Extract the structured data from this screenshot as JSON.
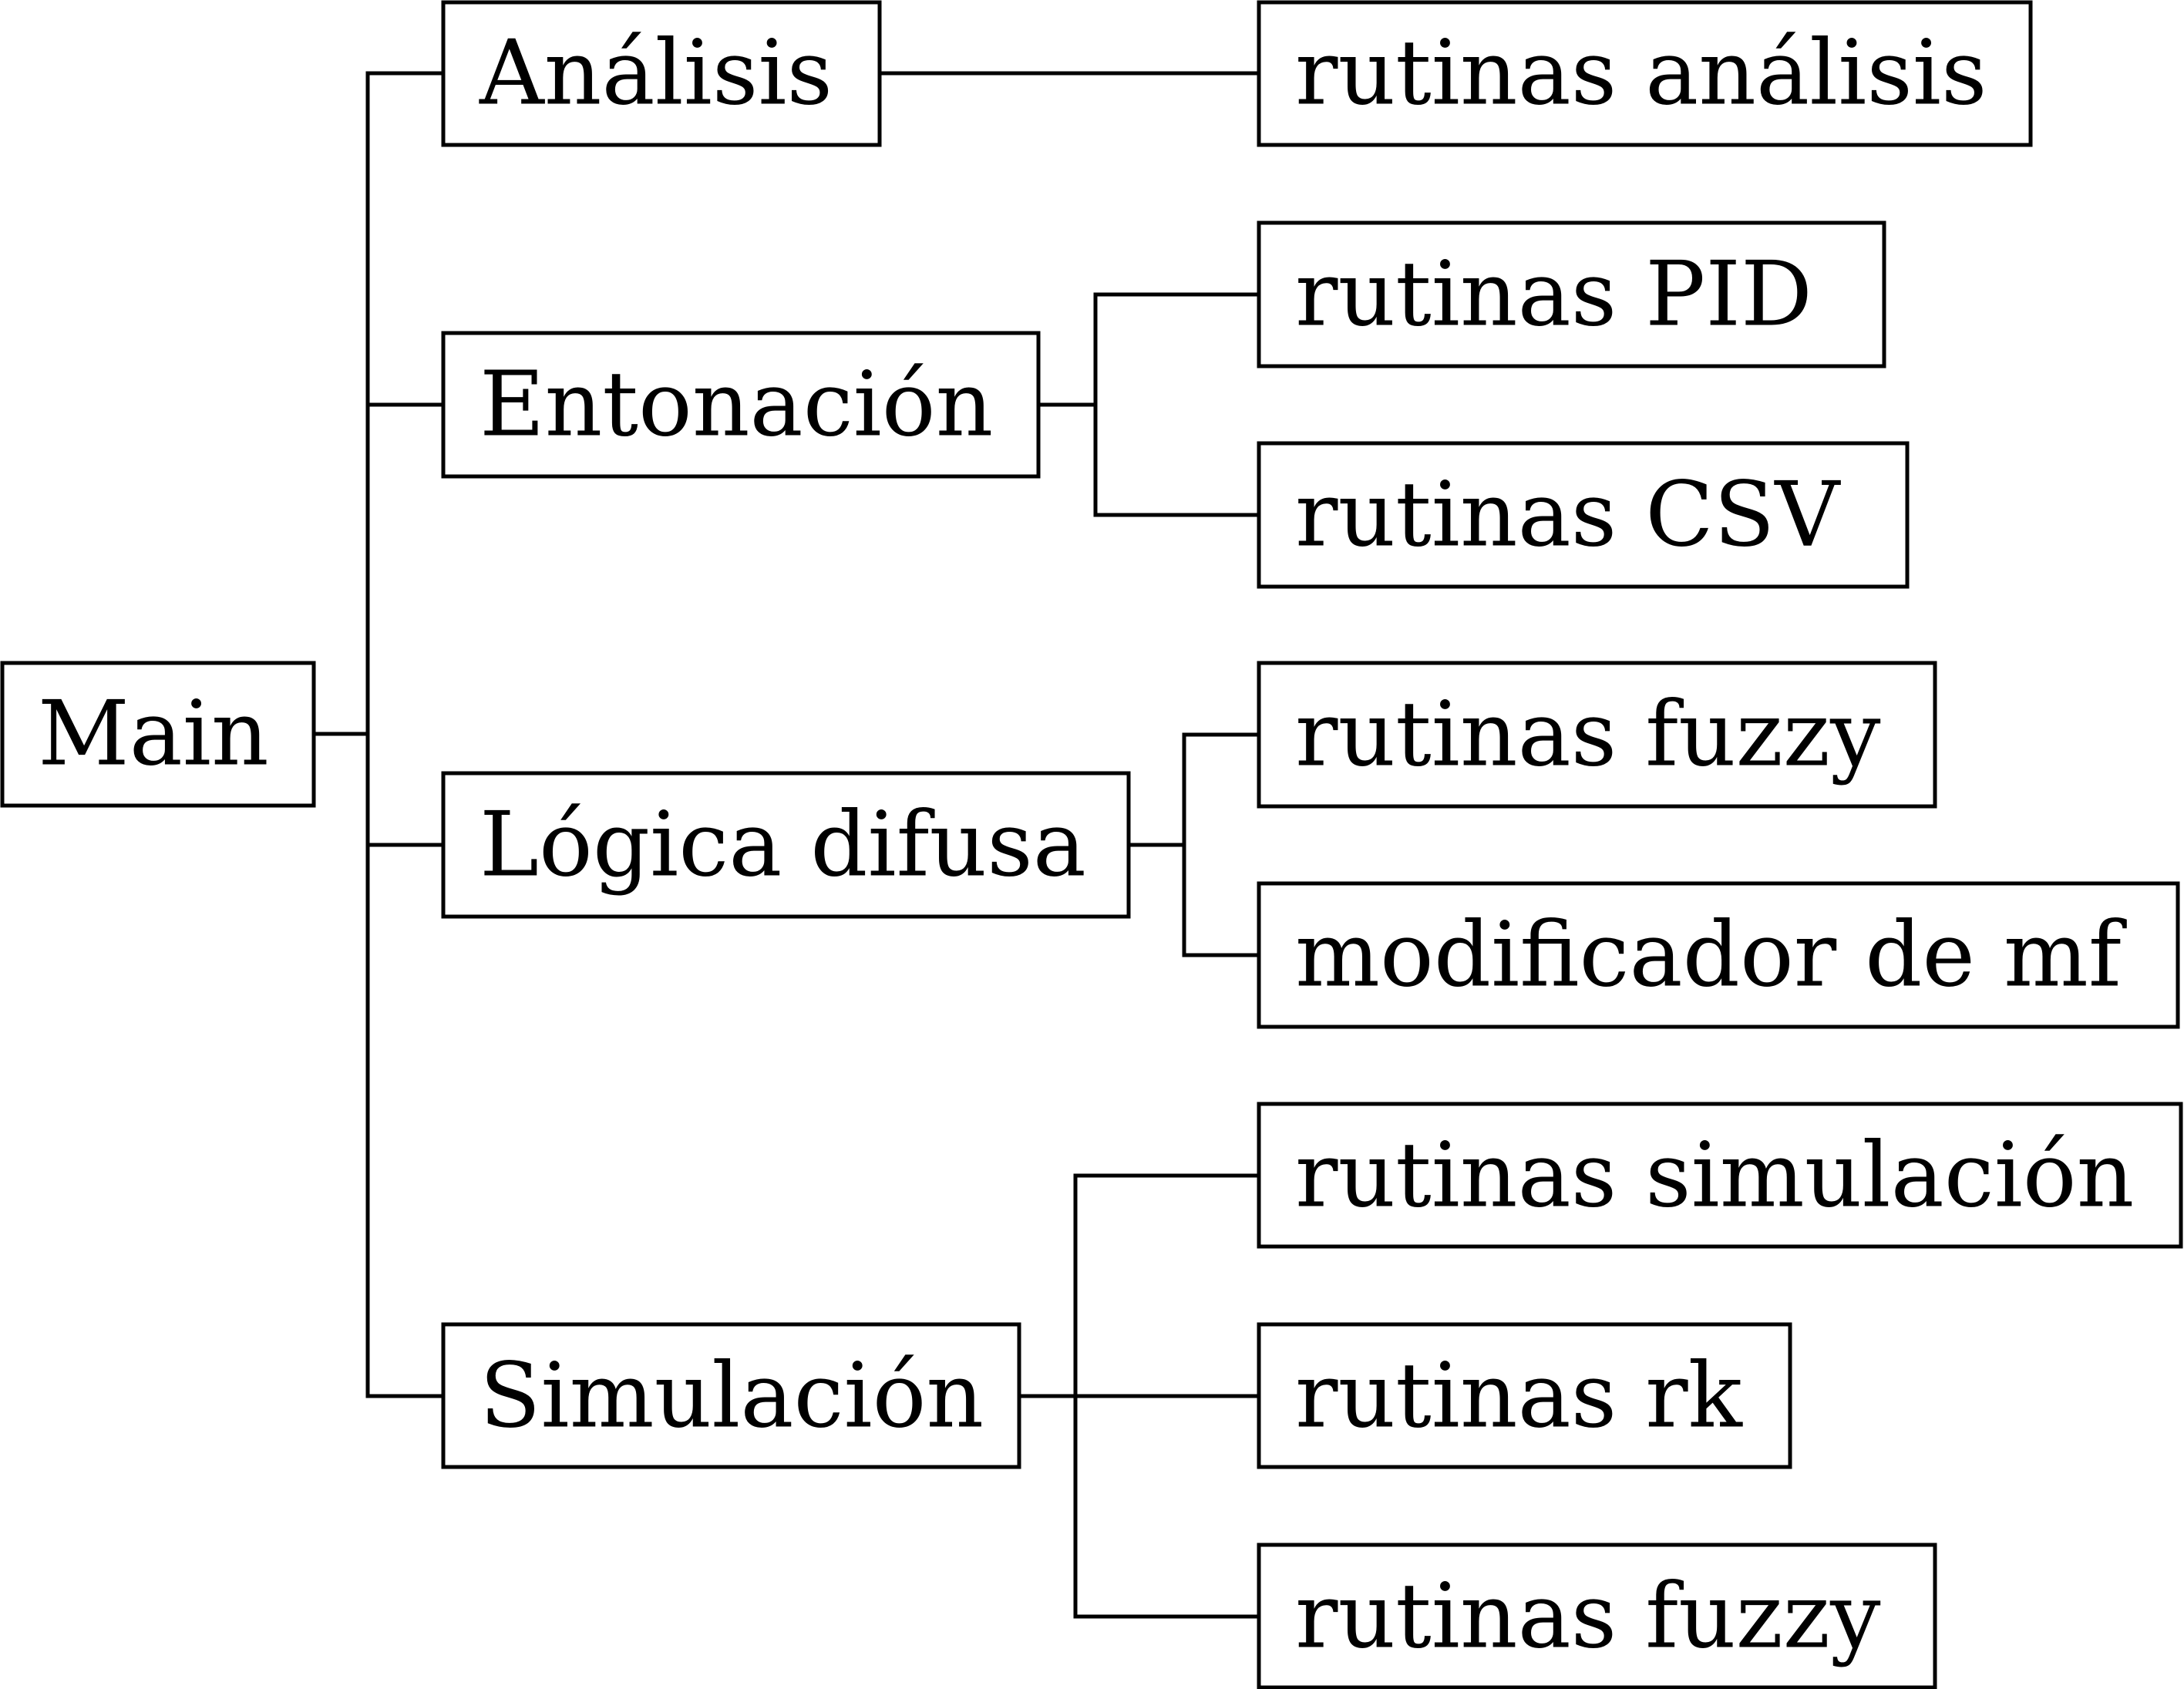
{
  "diagram": {
    "root": {
      "label": "Main"
    },
    "modules": [
      {
        "label": "Análisis",
        "children": [
          {
            "label": "rutinas análisis"
          }
        ]
      },
      {
        "label": "Entonación",
        "children": [
          {
            "label": "rutinas PID"
          },
          {
            "label": "rutinas CSV"
          }
        ]
      },
      {
        "label": "Lógica difusa",
        "children": [
          {
            "label": "rutinas fuzzy"
          },
          {
            "label": "modificador de mf"
          }
        ]
      },
      {
        "label": "Simulación",
        "children": [
          {
            "label": "rutinas simulación"
          },
          {
            "label": "rutinas rk"
          },
          {
            "label": "rutinas fuzzy"
          }
        ]
      }
    ]
  }
}
